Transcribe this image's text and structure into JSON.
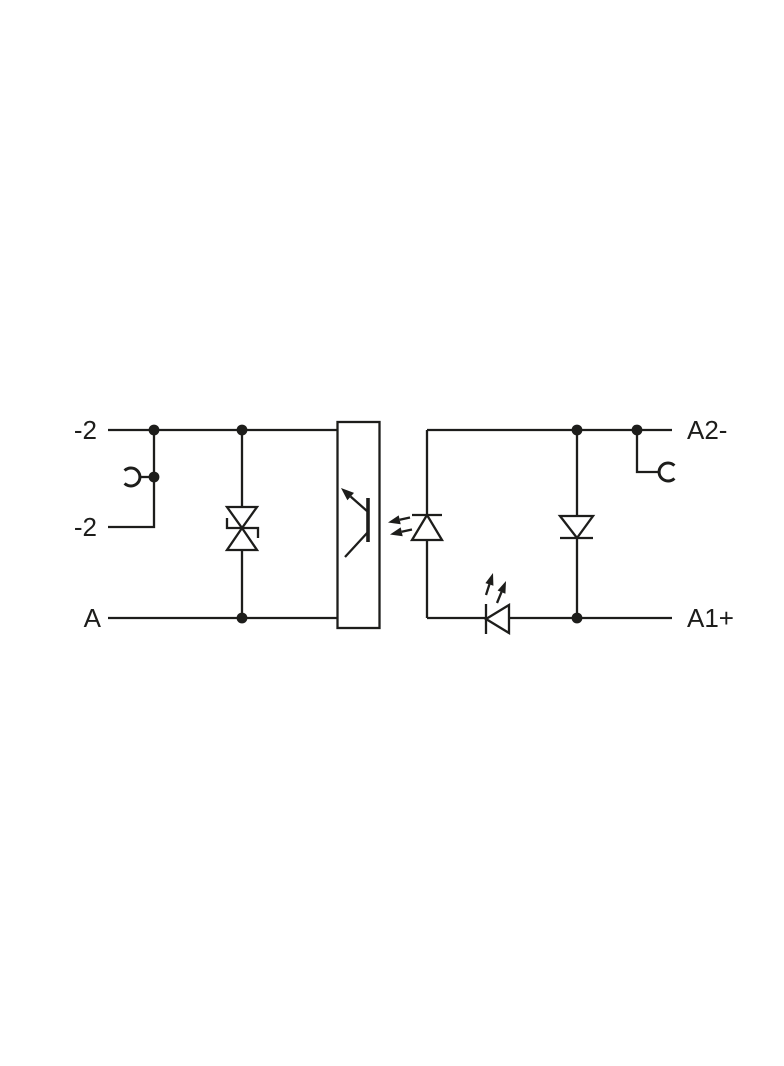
{
  "colors": {
    "line": "#1d1d1b",
    "canvas": "#ffffff"
  },
  "schematic": {
    "kind": "wiring-schematic",
    "terminal_labels": {
      "left_top": "-2",
      "left_middle": "-2",
      "left_bottom": "A",
      "right_top": "A2-",
      "right_bottom": "A1+"
    },
    "icons": [
      "jumper-contact-socket-icon-left",
      "bidirectional-suppressor-diode-icon",
      "optocoupler-box-icon",
      "phototransistor-icon",
      "infrared-emitter-led-icon",
      "status-indicator-led-icon",
      "reverse-protection-diode-icon",
      "jumper-contact-socket-icon-right",
      "junction-dot-icon"
    ]
  }
}
